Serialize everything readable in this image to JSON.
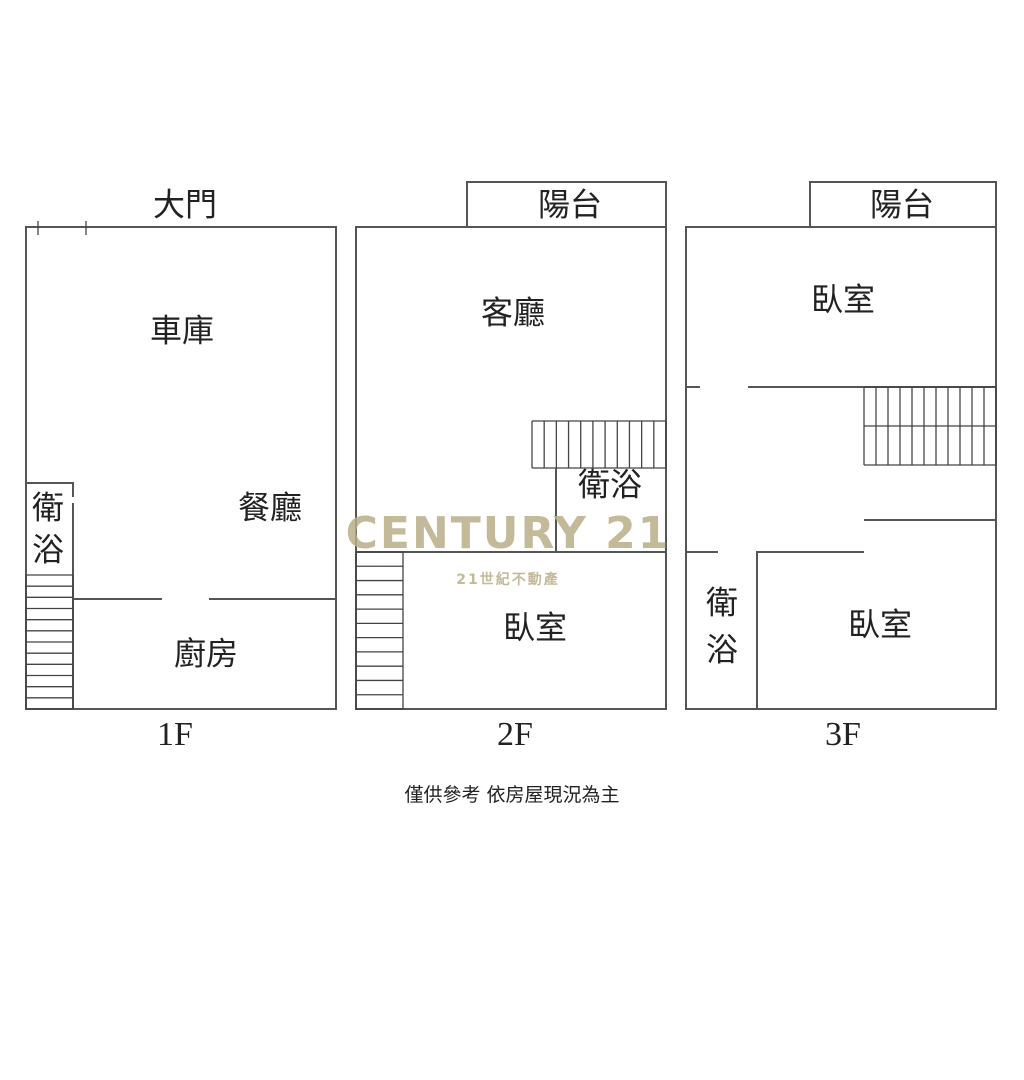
{
  "floors": [
    {
      "name": "1F",
      "labels": {
        "door": "大門",
        "garage": "車庫",
        "bath_1": "衛",
        "bath_2": "浴",
        "dining": "餐廳",
        "kitchen": "廚房"
      }
    },
    {
      "name": "2F",
      "labels": {
        "balcony": "陽台",
        "living": "客廳",
        "bath": "衛浴",
        "bedroom": "臥室"
      }
    },
    {
      "name": "3F",
      "labels": {
        "balcony": "陽台",
        "bedroom_front": "臥室",
        "bath_1": "衛",
        "bath_2": "浴",
        "bedroom_back": "臥室"
      }
    }
  ],
  "disclaimer": "僅供參考 依房屋現況為主",
  "watermark": {
    "brand": "CENTURY 21",
    "subtitle": "21世紀不動產",
    "color": "#b9ae88"
  }
}
